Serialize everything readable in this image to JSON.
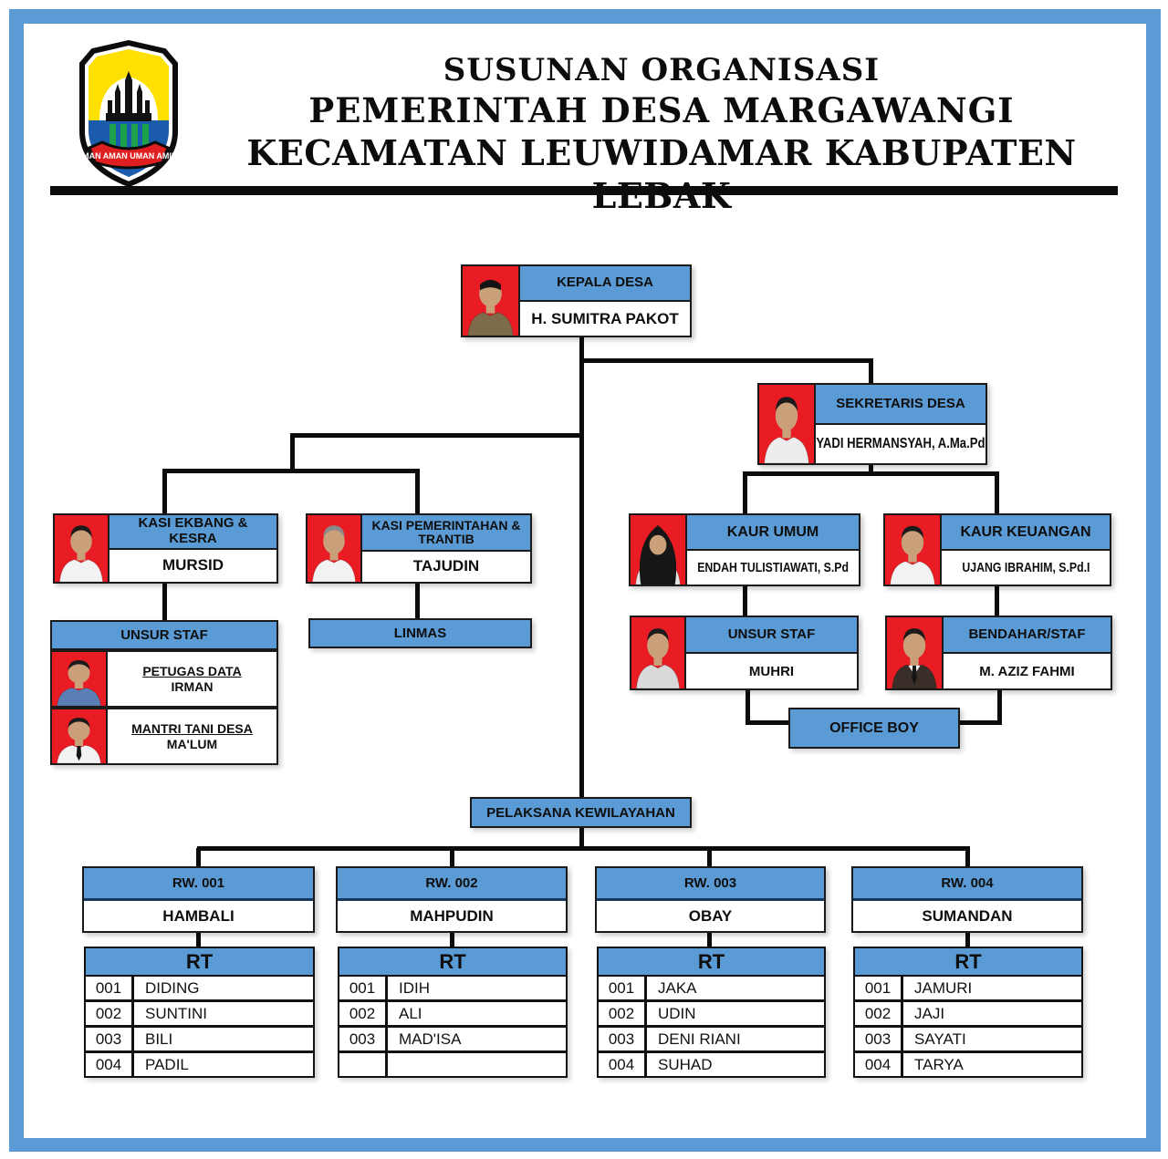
{
  "header": {
    "title_lines": [
      "SUSUNAN ORGANISASI",
      "PEMERINTAH DESA MARGAWANGI",
      "KECAMATAN LEUWIDAMAR KABUPATEN LEBAK"
    ],
    "logo": {
      "ribbon_text": "IMAN AMAN UMAN AMIN"
    }
  },
  "colors": {
    "accent_blue": "#5b9bd5",
    "photo_red": "#e91c24",
    "line_black": "#0c0c0c",
    "frame_blue": "#5b9bd5"
  },
  "org": {
    "kepala_desa": {
      "title": "KEPALA DESA",
      "name": "H. SUMITRA PAKOT",
      "avatar": {
        "bg": "#e91c24",
        "shirt": "#7d6b4a",
        "hat": "peci"
      }
    },
    "sekretaris": {
      "title": "SEKRETARIS DESA",
      "name": "YADI HERMANSYAH, A.Ma.Pd",
      "avatar": {
        "bg": "#e91c24",
        "shirt": "#ededed"
      }
    },
    "kasi_ekbang": {
      "title": "KASI EKBANG & KESRA",
      "name": "MURSID",
      "avatar": {
        "bg": "#e91c24",
        "shirt": "#f2f2f2"
      }
    },
    "kasi_pemerintahan": {
      "title": "KASI PEMERINTAHAN & TRANTIB",
      "name": "TAJUDIN",
      "avatar": {
        "bg": "#e91c24",
        "shirt": "#f2f2f2",
        "hair": "#8a8a8a"
      }
    },
    "kaur_umum": {
      "title": "KAUR UMUM",
      "name": "ENDAH TULISTIAWATI, S.Pd",
      "avatar": {
        "bg": "#e91c24",
        "shirt": "#e6e6e6",
        "hat": "hijab"
      }
    },
    "kaur_keuangan": {
      "title": "KAUR KEUANGAN",
      "name": "UJANG IBRAHIM, S.Pd.I",
      "avatar": {
        "bg": "#e91c24",
        "shirt": "#f2f2f2"
      }
    },
    "unsur_staf_left": {
      "title": "UNSUR STAF",
      "members": [
        {
          "role": "PETUGAS DATA",
          "name": "IRMAN",
          "avatar": {
            "bg": "#e91c24",
            "shirt": "#5b7fb4"
          }
        },
        {
          "role": "MANTRI TANI DESA",
          "name": "MA'LUM",
          "avatar": {
            "bg": "#e91c24",
            "shirt": "#f2f2f2",
            "tie": true
          }
        }
      ]
    },
    "linmas": {
      "title": "LINMAS"
    },
    "unsur_staf_right": {
      "title": "UNSUR STAF",
      "name": "MUHRI",
      "avatar": {
        "bg": "#e91c24",
        "shirt": "#d9d9d9"
      }
    },
    "bendahara": {
      "title": "BENDAHAR/STAF",
      "name": "M. AZIZ FAHMI",
      "avatar": {
        "bg": "#e91c24",
        "shirt": "#3a2f28",
        "tie": true,
        "collar": true
      }
    },
    "office_boy": {
      "title": "OFFICE BOY"
    },
    "pelaksana": {
      "title": "PELAKSANA KEWILAYAHAN"
    },
    "rw_units": [
      {
        "title": "RW. 001",
        "name": "HAMBALI",
        "rt_header": "RT",
        "rt": [
          [
            "001",
            "DIDING"
          ],
          [
            "002",
            "SUNTINI"
          ],
          [
            "003",
            "BILI"
          ],
          [
            "004",
            "PADIL"
          ]
        ]
      },
      {
        "title": "RW. 002",
        "name": "MAHPUDIN",
        "rt_header": "RT",
        "rt": [
          [
            "001",
            "IDIH"
          ],
          [
            "002",
            "ALI"
          ],
          [
            "003",
            "MAD'ISA"
          ],
          [
            "",
            ""
          ]
        ]
      },
      {
        "title": "RW. 003",
        "name": "OBAY",
        "rt_header": "RT",
        "rt": [
          [
            "001",
            "JAKA"
          ],
          [
            "002",
            "UDIN"
          ],
          [
            "003",
            "DENI RIANI"
          ],
          [
            "004",
            "SUHAD"
          ]
        ]
      },
      {
        "title": "RW. 004",
        "name": "SUMANDAN",
        "rt_header": "RT",
        "rt": [
          [
            "001",
            "JAMURI"
          ],
          [
            "002",
            "JAJI"
          ],
          [
            "003",
            "SAYATI"
          ],
          [
            "004",
            "TARYA"
          ]
        ]
      }
    ]
  }
}
